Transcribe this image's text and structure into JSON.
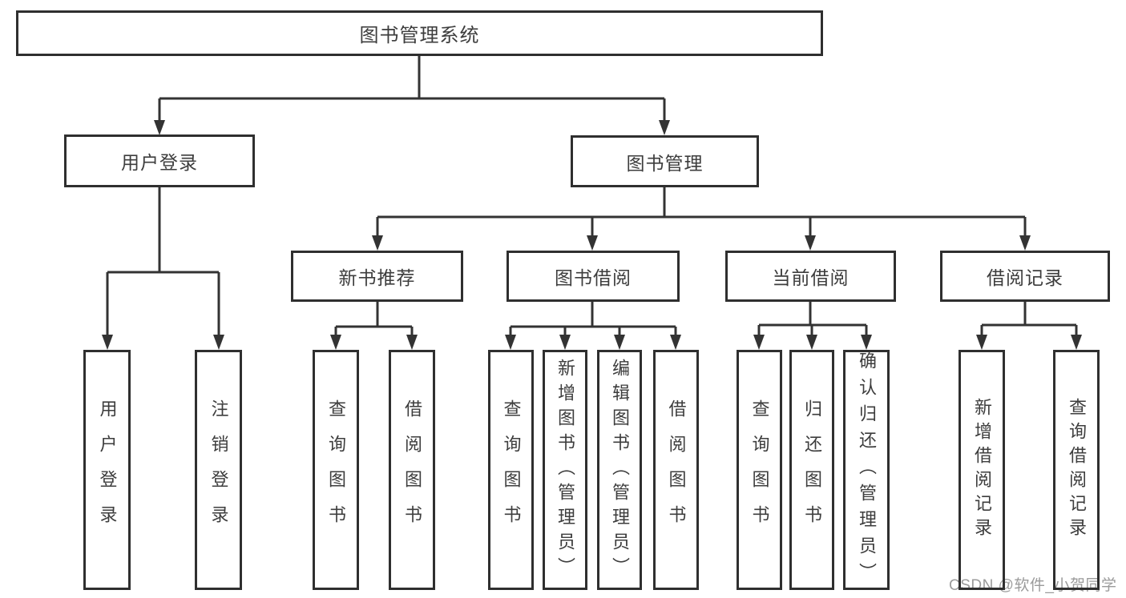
{
  "nodes": {
    "root": "图书管理系统",
    "user_login": "用户登录",
    "book_mgmt": "图书管理",
    "new_book_rec": "新书推荐",
    "book_borrow": "图书借阅",
    "current_borrow": "当前借阅",
    "borrow_records": "借阅记录",
    "leaf_user_login": "用户登录",
    "leaf_logout": "注销登录",
    "leaf_query_books_a": "查询图书",
    "leaf_borrow_books_a": "借阅图书",
    "leaf_query_books_b": "查询图书",
    "leaf_add_books_admin": "新增图书（管理员）",
    "leaf_edit_books_admin": "编辑图书（管理员）",
    "leaf_borrow_books_b": "借阅图书",
    "leaf_query_books_c": "查询图书",
    "leaf_return_books": "归还图书",
    "leaf_confirm_return_admin": "确认归还（管理员）",
    "leaf_add_borrow_record": "新增借阅记录",
    "leaf_query_borrow_record": "查询借阅记录"
  },
  "edges": [
    [
      "root",
      "user_login"
    ],
    [
      "root",
      "book_mgmt"
    ],
    [
      "user_login",
      "leaf_user_login"
    ],
    [
      "user_login",
      "leaf_logout"
    ],
    [
      "book_mgmt",
      "new_book_rec"
    ],
    [
      "book_mgmt",
      "book_borrow"
    ],
    [
      "book_mgmt",
      "current_borrow"
    ],
    [
      "book_mgmt",
      "borrow_records"
    ],
    [
      "new_book_rec",
      "leaf_query_books_a"
    ],
    [
      "new_book_rec",
      "leaf_borrow_books_a"
    ],
    [
      "book_borrow",
      "leaf_query_books_b"
    ],
    [
      "book_borrow",
      "leaf_add_books_admin"
    ],
    [
      "book_borrow",
      "leaf_edit_books_admin"
    ],
    [
      "book_borrow",
      "leaf_borrow_books_b"
    ],
    [
      "current_borrow",
      "leaf_query_books_c"
    ],
    [
      "current_borrow",
      "leaf_return_books"
    ],
    [
      "current_borrow",
      "leaf_confirm_return_admin"
    ],
    [
      "borrow_records",
      "leaf_add_borrow_record"
    ],
    [
      "borrow_records",
      "leaf_query_borrow_record"
    ]
  ],
  "watermark": "CSDN @软件_小贺同学",
  "colors": {
    "line": "#333333",
    "box_border": "#2f2f2f",
    "text": "#3d3d3d",
    "watermark": "#9b9b9b",
    "background": "#ffffff"
  }
}
